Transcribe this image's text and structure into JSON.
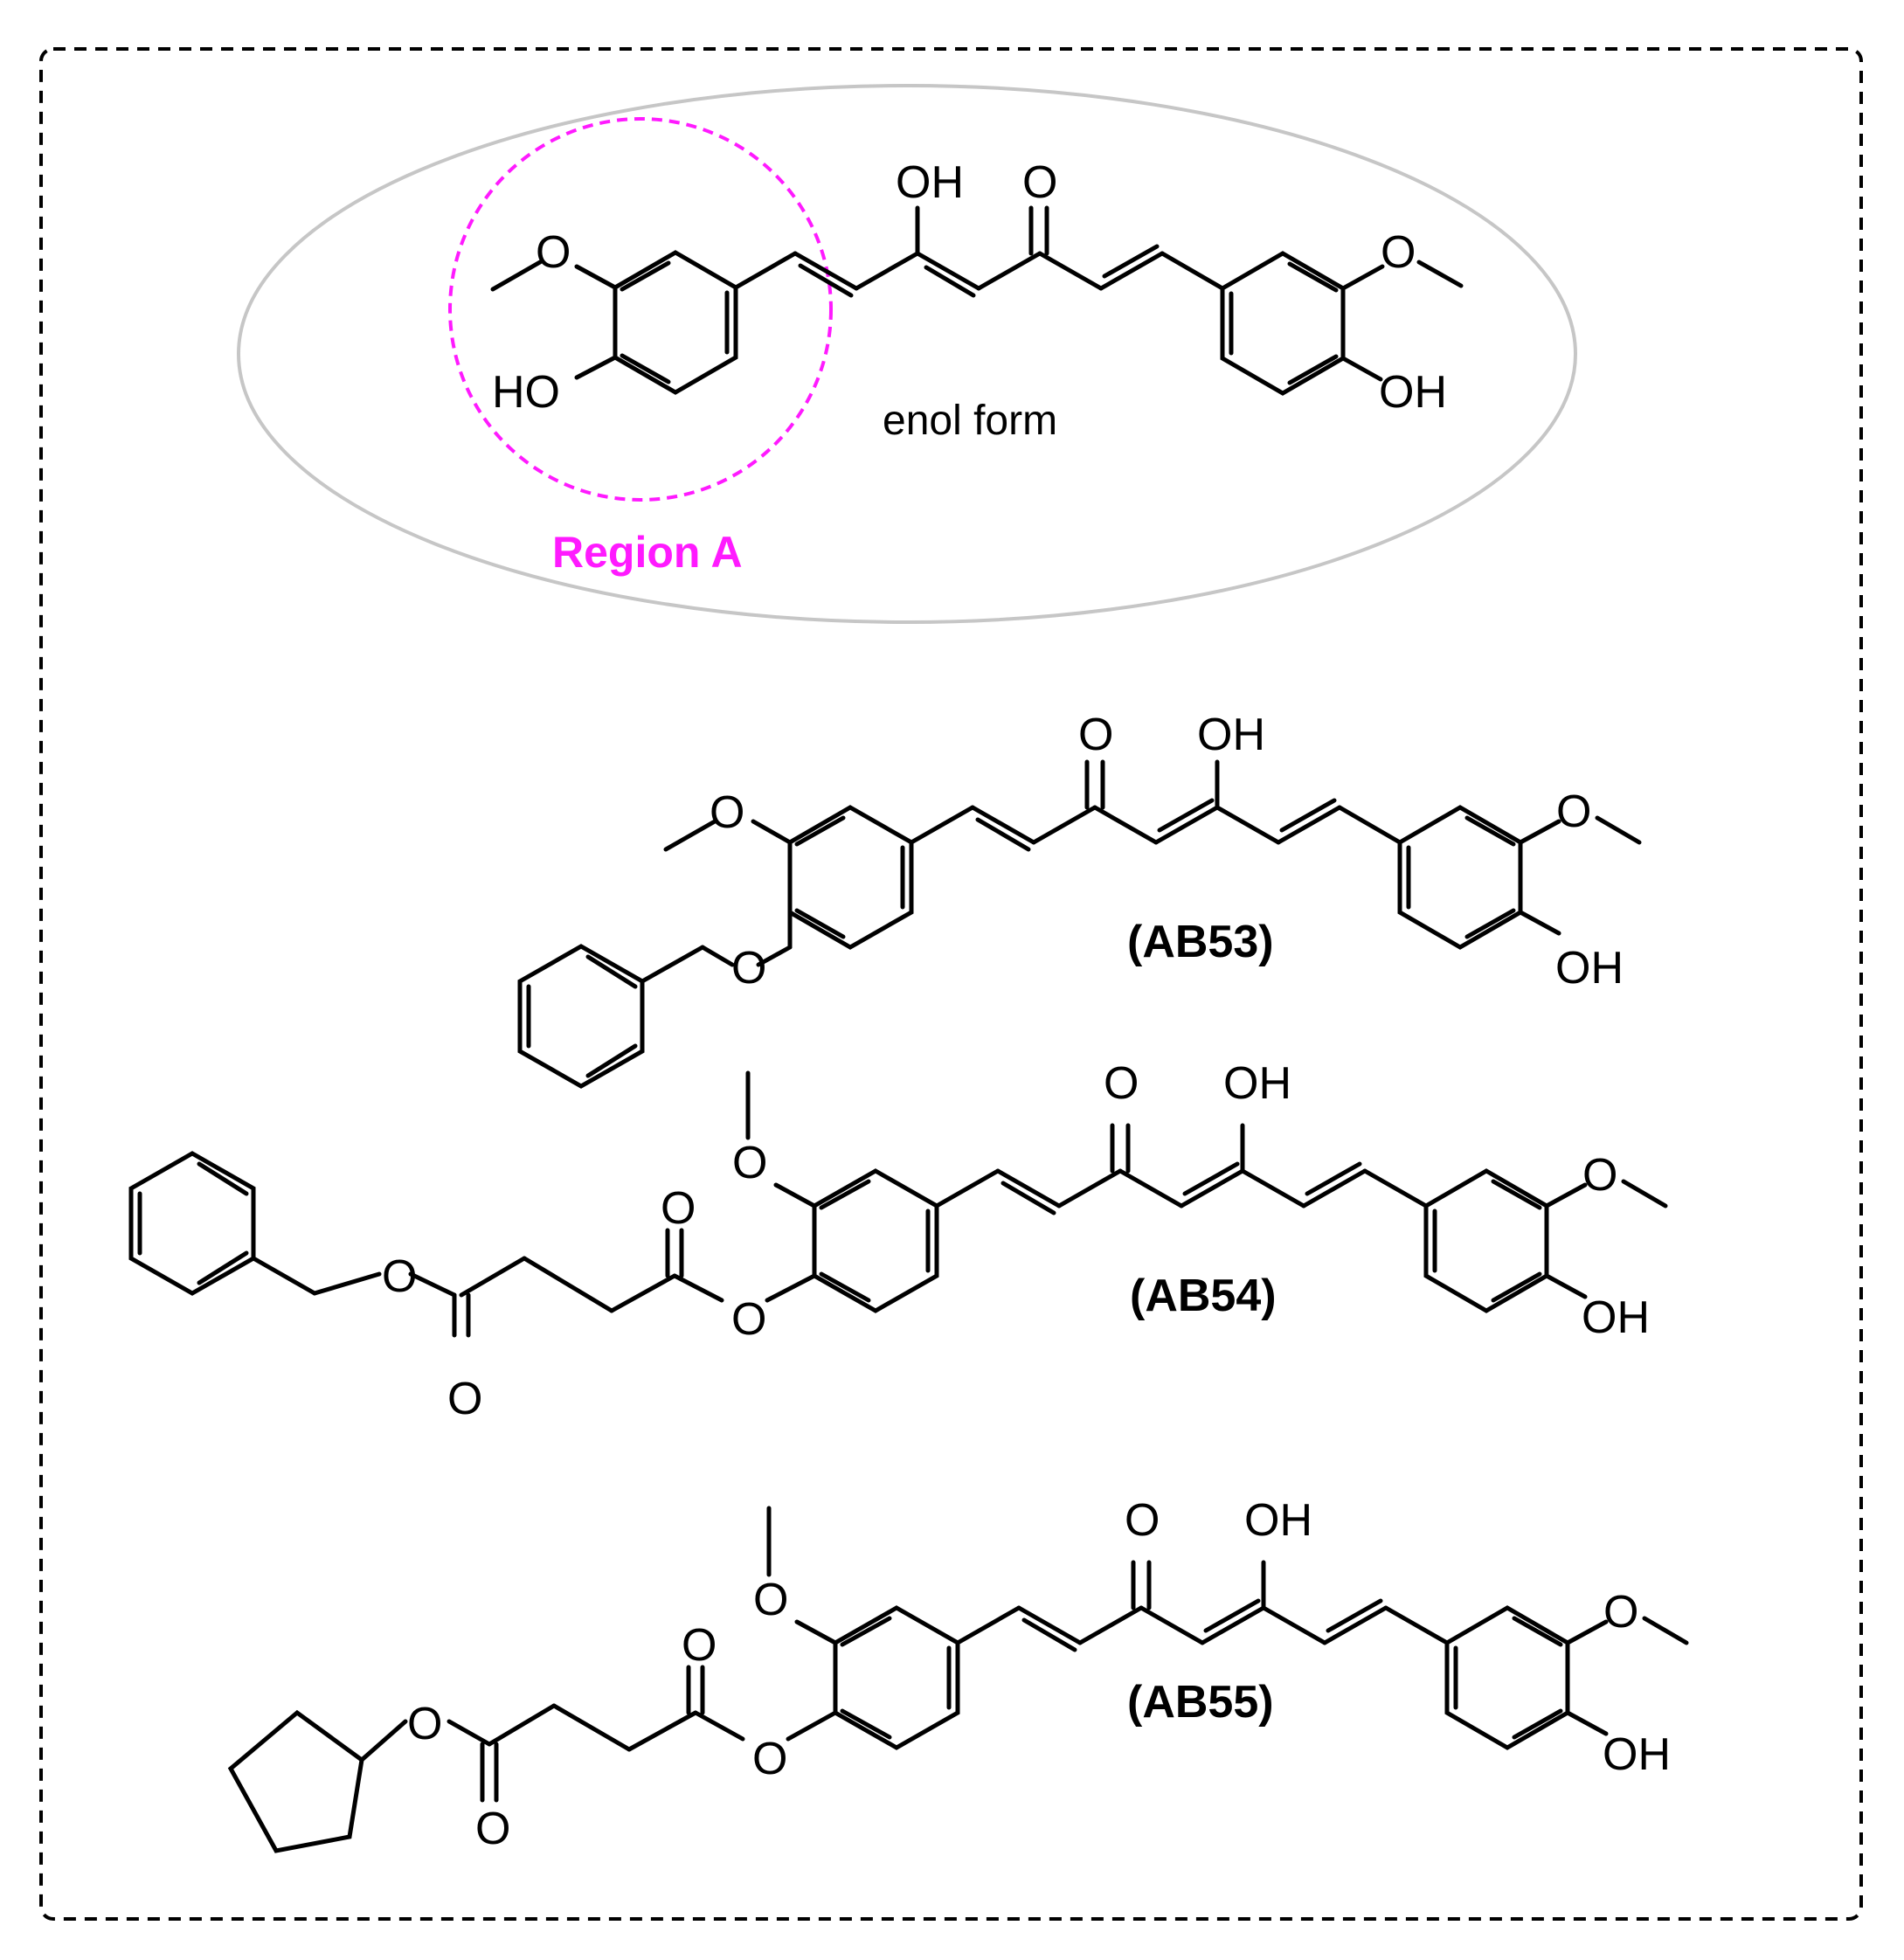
{
  "colors": {
    "ink": "#000000",
    "frame": "#000000",
    "ellipse": "#c6c6c6",
    "region": "#ff1aff"
  },
  "labels": {
    "oh": "OH",
    "ho": "HO",
    "o": "O"
  },
  "curcumin": {
    "form_label": "enol form",
    "region_label": "Region A"
  },
  "compounds": {
    "ab53": "(AB53)",
    "ab54": "(AB54)",
    "ab55": "(AB55)"
  }
}
